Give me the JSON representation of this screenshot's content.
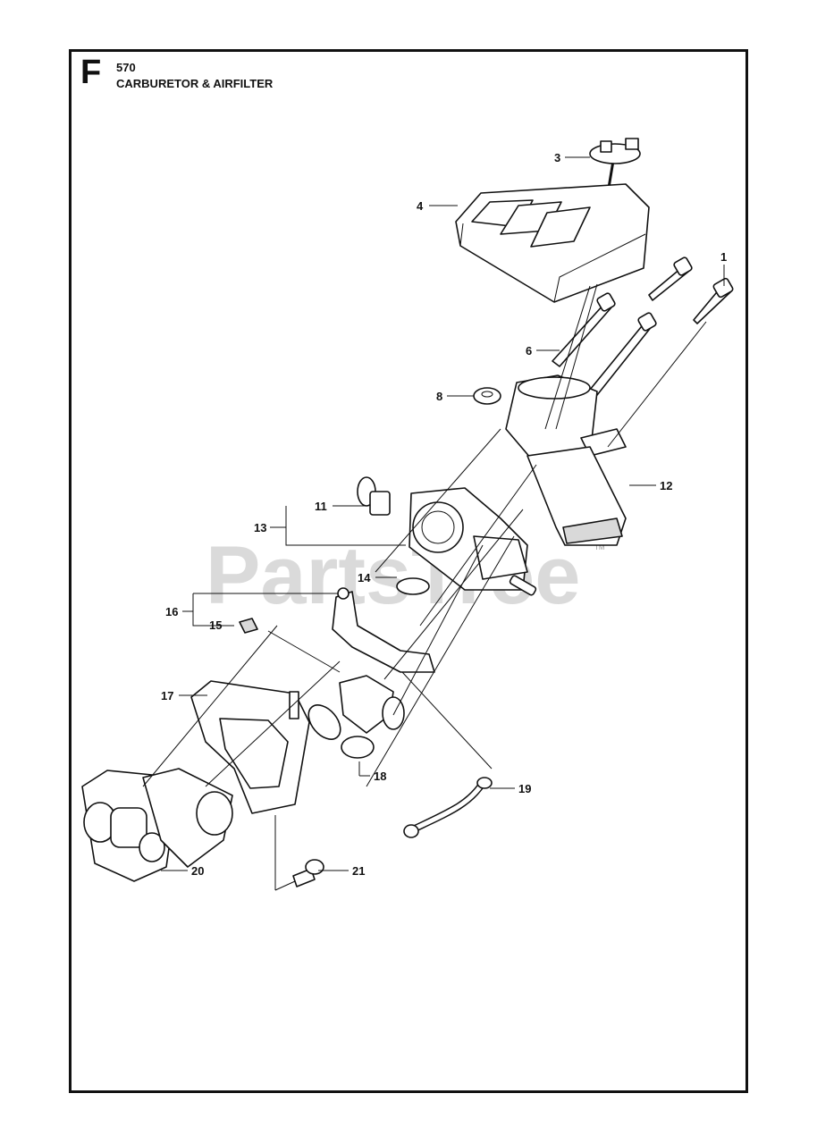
{
  "header": {
    "section_letter": "F",
    "model_number": "570",
    "title": "CARBURETOR & AIRFILTER"
  },
  "watermark": {
    "text": "PartsTree",
    "tm": "TM"
  },
  "callouts": {
    "c1": "1",
    "c3": "3",
    "c4": "4",
    "c6": "6",
    "c8": "8",
    "c11": "11",
    "c12": "12",
    "c13": "13",
    "c14": "14",
    "c15": "15",
    "c16": "16",
    "c17": "17",
    "c18": "18",
    "c19": "19",
    "c20": "20",
    "c21": "21"
  },
  "colors": {
    "line": "#111111",
    "watermark": "#bdbdbd",
    "shade": "#d9d9d9"
  }
}
